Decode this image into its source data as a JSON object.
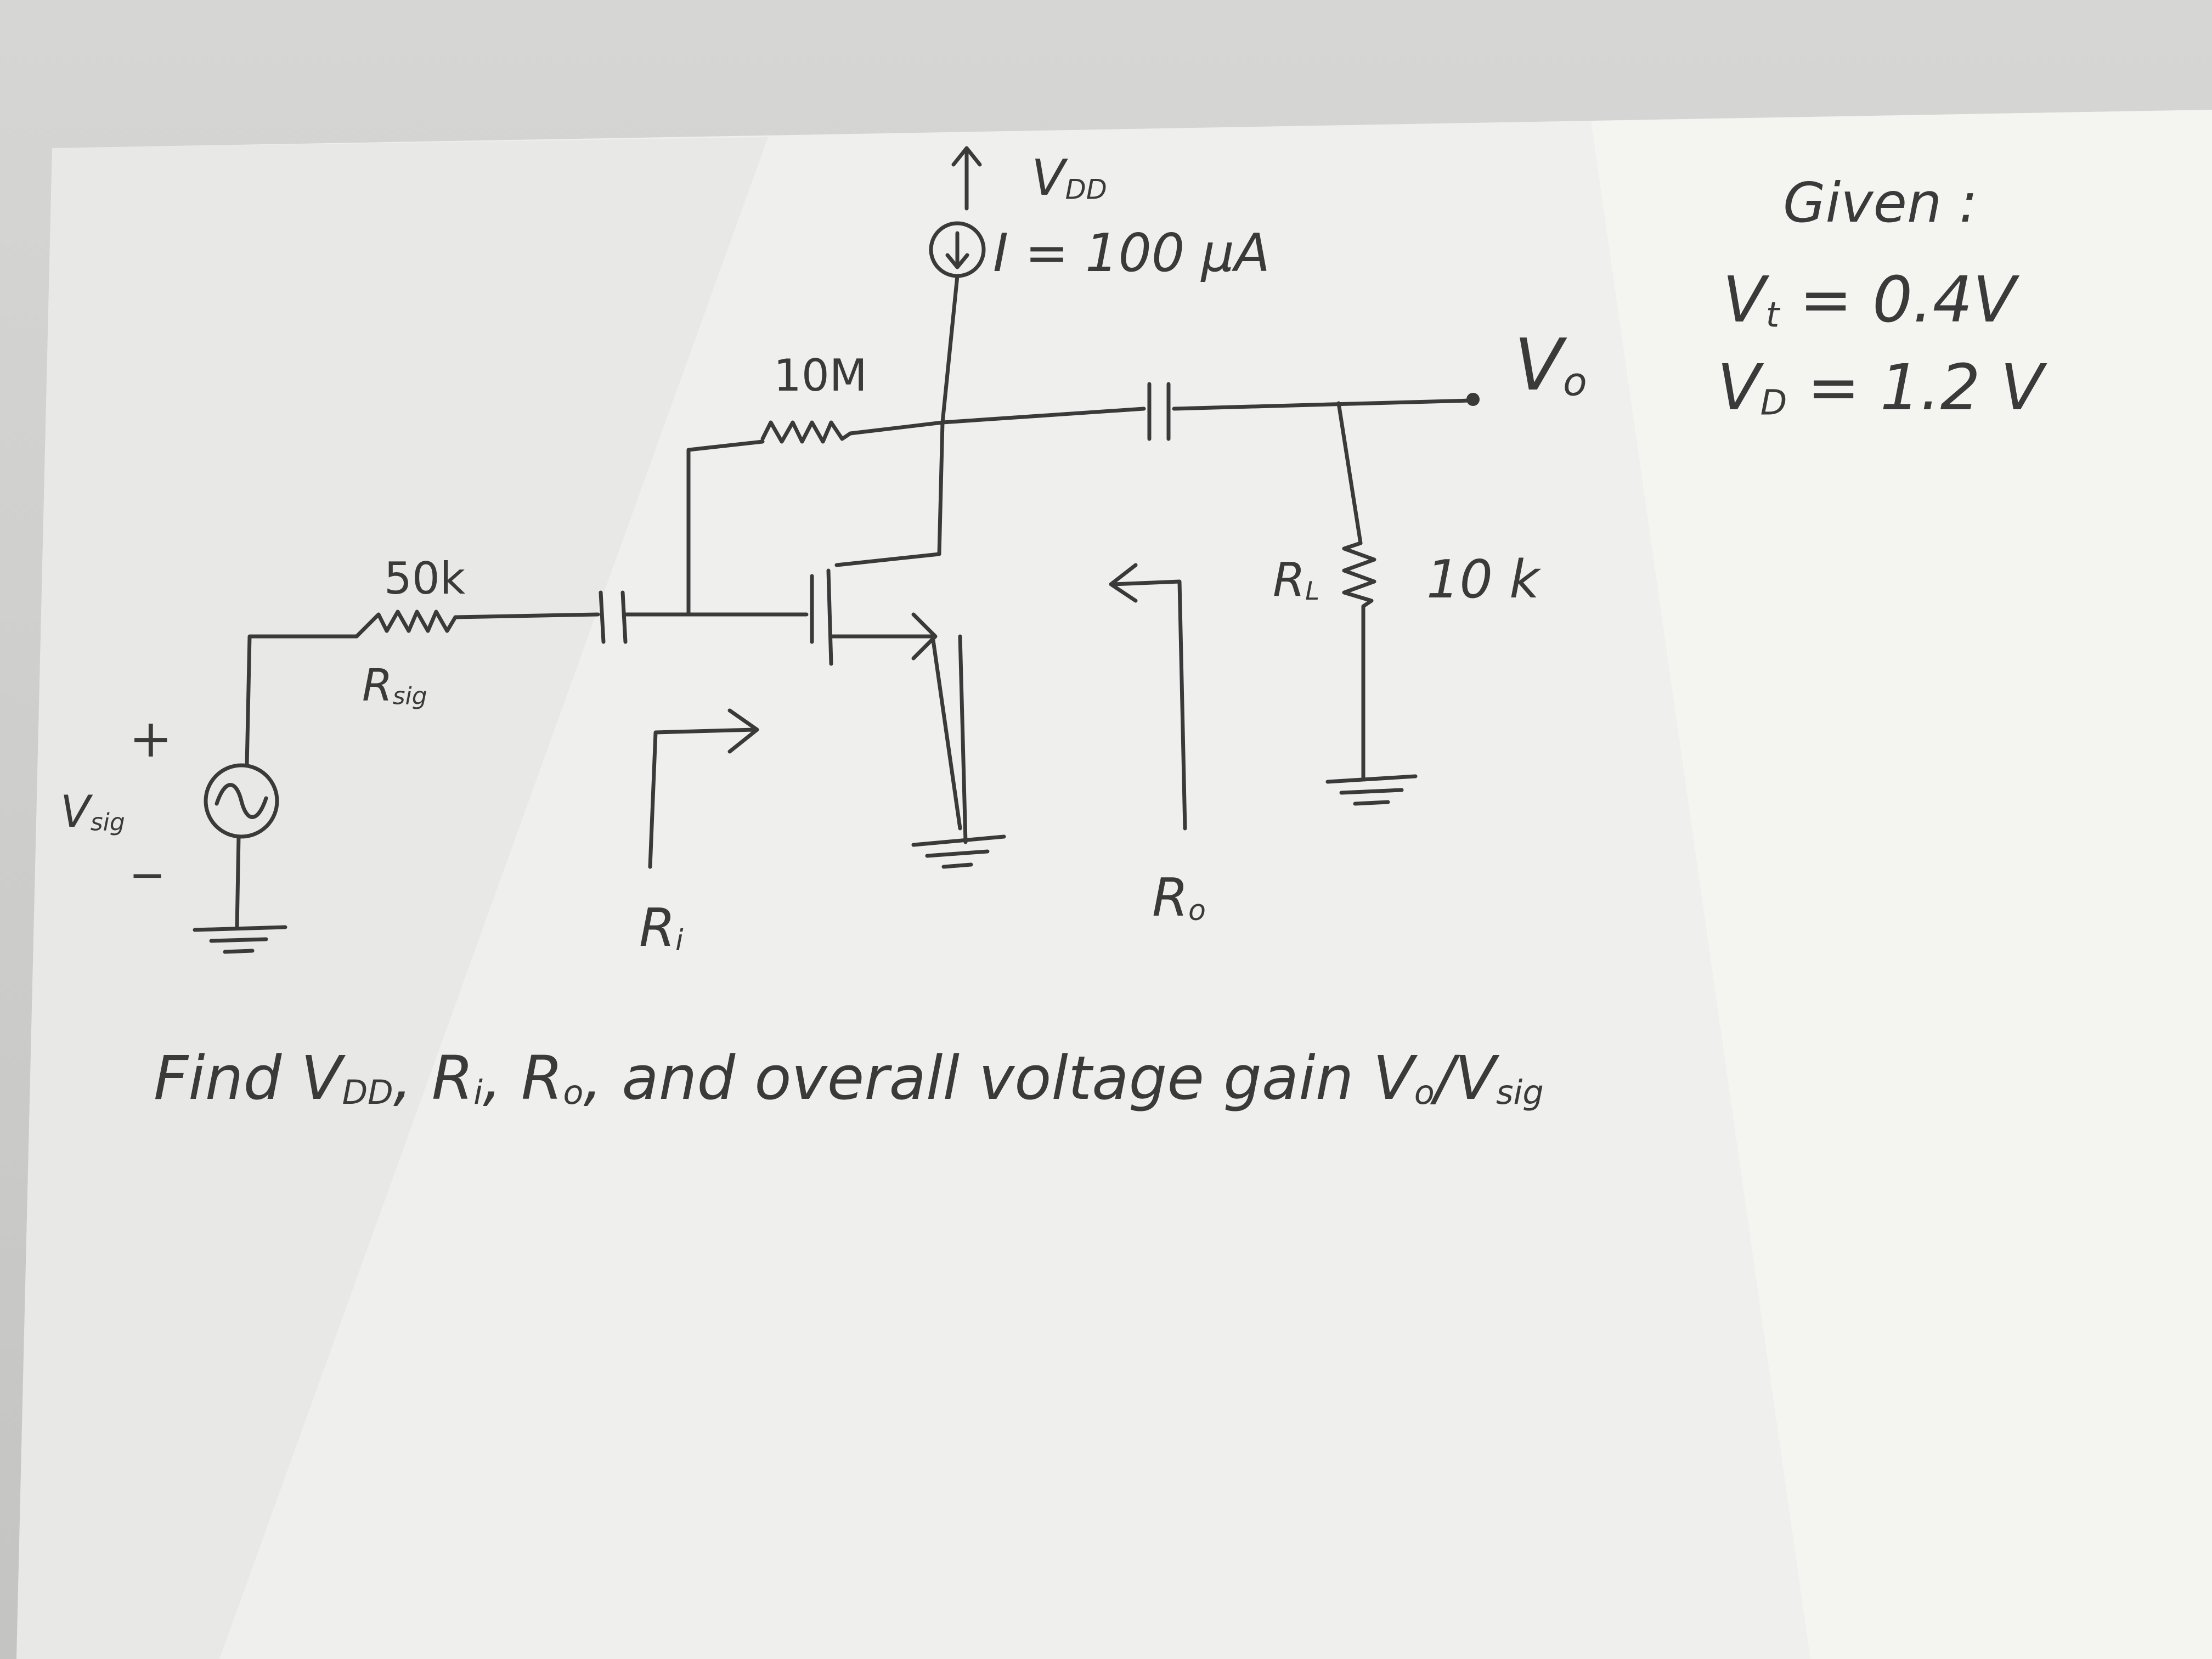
{
  "photo": {
    "paper_color": "#f1f1ef",
    "ink_color": "#3a3a3a",
    "background_color": "#cfcfcd"
  },
  "supply": {
    "name": "V",
    "sub": "DD"
  },
  "current_source": {
    "label": "I = 100 μA",
    "icon": "arrow-down-icon"
  },
  "gate_resistor": {
    "value": "10M"
  },
  "output": {
    "name": "V",
    "sub": "o"
  },
  "given": {
    "heading": "Given :",
    "vt": {
      "name": "V",
      "sub": "t",
      "value": "= 0.4V"
    },
    "vd": {
      "name": "V",
      "sub": "D",
      "value": "= 1.2 V"
    }
  },
  "source_resistor": {
    "value": "50k",
    "name": "R",
    "sub": "sig"
  },
  "load_resistor": {
    "name": "R",
    "sub": "L",
    "value": "10 k"
  },
  "signal_source": {
    "name": "V",
    "sub": "sig",
    "plus": "+",
    "minus": "−",
    "icon": "ac-source-icon"
  },
  "input_resistance": {
    "name": "R",
    "sub": "i"
  },
  "output_resistance": {
    "name": "R",
    "sub": "o"
  },
  "question": {
    "find": "Find",
    "vdd_name": "V",
    "vdd_sub": "DD",
    "sep1": ",",
    "ri_name": "R",
    "ri_sub": "i",
    "sep2": ",",
    "ro_name": "R",
    "ro_sub": "o",
    "rest": ", and overall voltage gain",
    "gain_num_name": "V",
    "gain_num_sub": "o",
    "slash": "/",
    "gain_den_name": "V",
    "gain_den_sub": "sig"
  }
}
